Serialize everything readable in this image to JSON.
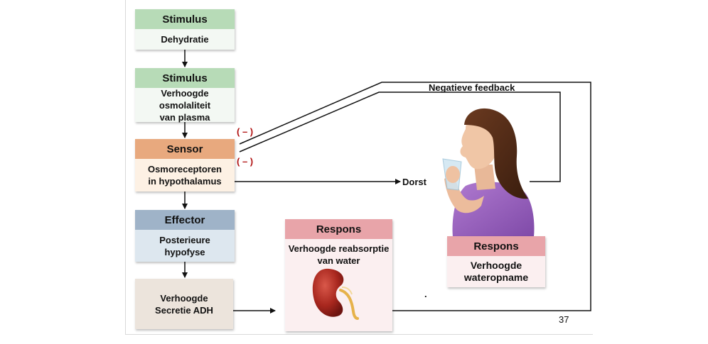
{
  "colors": {
    "stimulus_header": "#b7dbb7",
    "stimulus_body": "#f3f8f3",
    "sensor_header": "#e8a97e",
    "sensor_body": "#fdf1e4",
    "effector_header": "#9fb3c8",
    "effector_body": "#dde7ef",
    "adh_box": "#ece4dc",
    "respons_header": "#e8a4a9",
    "respons_body": "#fbeff0",
    "inhibit_text": "#b01010",
    "lines": "#111111"
  },
  "stimulus1": {
    "title": "Stimulus",
    "body": "Dehydratie"
  },
  "stimulus2": {
    "title": "Stimulus",
    "body_line1": "Verhoogde osmolaliteit",
    "body_line2": "van plasma"
  },
  "sensor": {
    "title": "Sensor",
    "body_line1": "Osmoreceptoren",
    "body_line2": "in hypothalamus"
  },
  "effector": {
    "title": "Effector",
    "body_line1": "Posterieure",
    "body_line2": "hypofyse"
  },
  "adh": {
    "line1": "Verhoogde",
    "line2": "Secretie ADH"
  },
  "respons_kidney": {
    "title": "Respons",
    "body_line1": "Verhoogde reabsorptie",
    "body_line2": "van water"
  },
  "respons_water": {
    "title": "Respons",
    "body_line1": "Verhoogde",
    "body_line2": "wateropname"
  },
  "labels": {
    "negative_feedback": "Negatieve feedback",
    "inhibit_top": "( – )",
    "inhibit_bottom": "( – )",
    "thirst": "Dorst",
    "page_number": "37",
    "dot": "."
  }
}
